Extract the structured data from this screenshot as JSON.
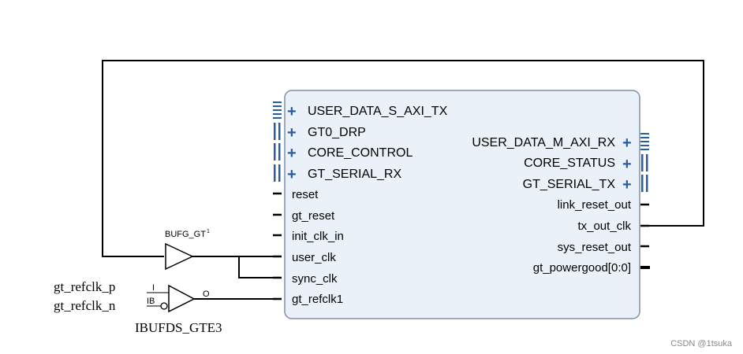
{
  "block": {
    "left_bus_ports": [
      "USER_DATA_S_AXI_TX",
      "GT0_DRP",
      "CORE_CONTROL",
      "GT_SERIAL_RX"
    ],
    "left_ports": [
      "reset",
      "gt_reset",
      "init_clk_in",
      "user_clk",
      "sync_clk",
      "gt_refclk1"
    ],
    "right_bus_ports": [
      "USER_DATA_M_AXI_RX",
      "CORE_STATUS",
      "GT_SERIAL_TX"
    ],
    "right_ports": [
      "link_reset_out",
      "tx_out_clk",
      "sys_reset_out",
      "gt_powergood[0:0]"
    ]
  },
  "bufg": {
    "label": "BUFG_GT",
    "superscript": "1"
  },
  "ibufds": {
    "label": "IBUFDS_GTE3",
    "pin_i": "I",
    "pin_ib": "IB",
    "pin_o": "O",
    "input_p": "gt_refclk_p",
    "input_n": "gt_refclk_n"
  },
  "watermark": "CSDN @1tsuka",
  "colors": {
    "block_fill": "#eaf1f8",
    "block_stroke": "#7f8fa6",
    "bus": "#2a5d9c",
    "wire": "#000000"
  }
}
